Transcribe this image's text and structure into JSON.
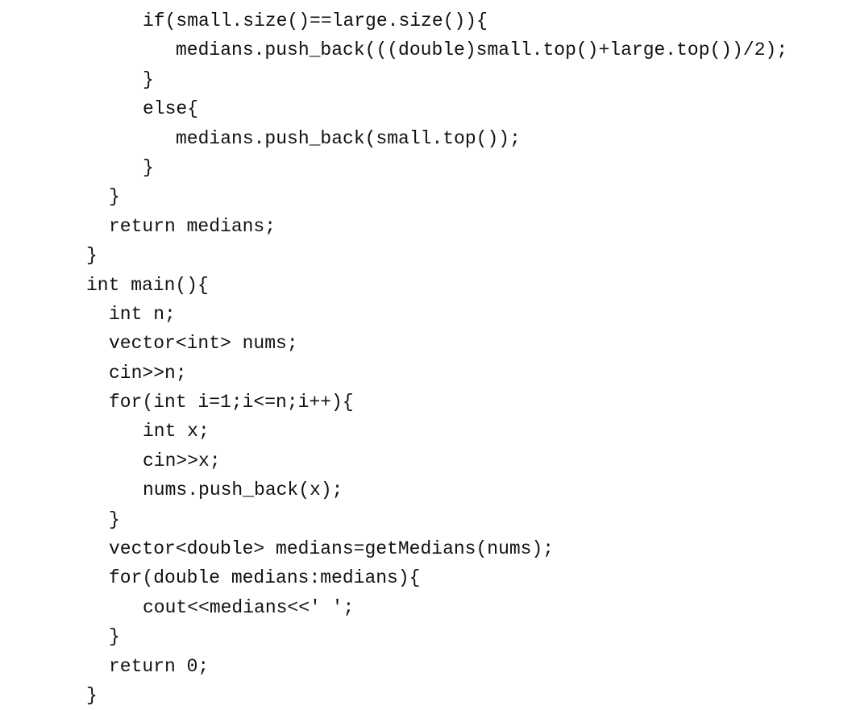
{
  "code_lines": [
    {
      "indent": 3,
      "text": "if(small.size()==large.size()){"
    },
    {
      "indent": 4,
      "text": "medians.push_back(((double)small.top()+large.top())/2);"
    },
    {
      "indent": 3,
      "text": "}"
    },
    {
      "indent": 3,
      "text": "else{"
    },
    {
      "indent": 4,
      "text": "medians.push_back(small.top());"
    },
    {
      "indent": 3,
      "text": "}"
    },
    {
      "indent": 2,
      "text": "}"
    },
    {
      "indent": 2,
      "text": "return medians;"
    },
    {
      "indent": 1,
      "text": "}"
    },
    {
      "indent": 1,
      "text": "int main(){"
    },
    {
      "indent": 2,
      "text": "int n;"
    },
    {
      "indent": 2,
      "text": "vector<int> nums;"
    },
    {
      "indent": 2,
      "text": "cin>>n;"
    },
    {
      "indent": 2,
      "text": "for(int i=1;i<=n;i++){"
    },
    {
      "indent": 3,
      "text": "int x;"
    },
    {
      "indent": 3,
      "text": "cin>>x;"
    },
    {
      "indent": 3,
      "text": "nums.push_back(x);"
    },
    {
      "indent": 2,
      "text": "}"
    },
    {
      "indent": 2,
      "text": "vector<double> medians=getMedians(nums);"
    },
    {
      "indent": 2,
      "text": "for(double medians:medians){"
    },
    {
      "indent": 3,
      "text": "cout<<medians<<' ';"
    },
    {
      "indent": 2,
      "text": "}"
    },
    {
      "indent": 2,
      "text": "return 0;"
    },
    {
      "indent": 1,
      "text": "}"
    }
  ]
}
